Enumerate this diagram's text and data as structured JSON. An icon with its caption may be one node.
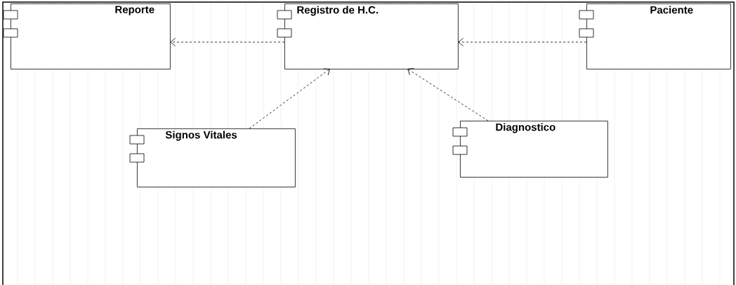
{
  "diagram": {
    "nodes": [
      {
        "text": [
          "Reporte"
        ]
      },
      {
        "text": [
          "Registro de H.C."
        ]
      },
      {
        "text": [
          "Paciente"
        ]
      },
      {
        "text": [
          "Signos Vitales"
        ]
      },
      {
        "text": [
          "Diagnostico"
        ]
      }
    ],
    "edges": [
      {
        "from": 1,
        "to": 0,
        "arrow": "to",
        "style": "dashed"
      },
      {
        "from": 2,
        "to": 1,
        "arrow": "to",
        "style": "dashed"
      },
      {
        "from": 3,
        "to": 1,
        "arrow": "to",
        "style": "dashed"
      },
      {
        "from": 4,
        "to": 1,
        "arrow": "to",
        "style": "dashed"
      }
    ]
  }
}
